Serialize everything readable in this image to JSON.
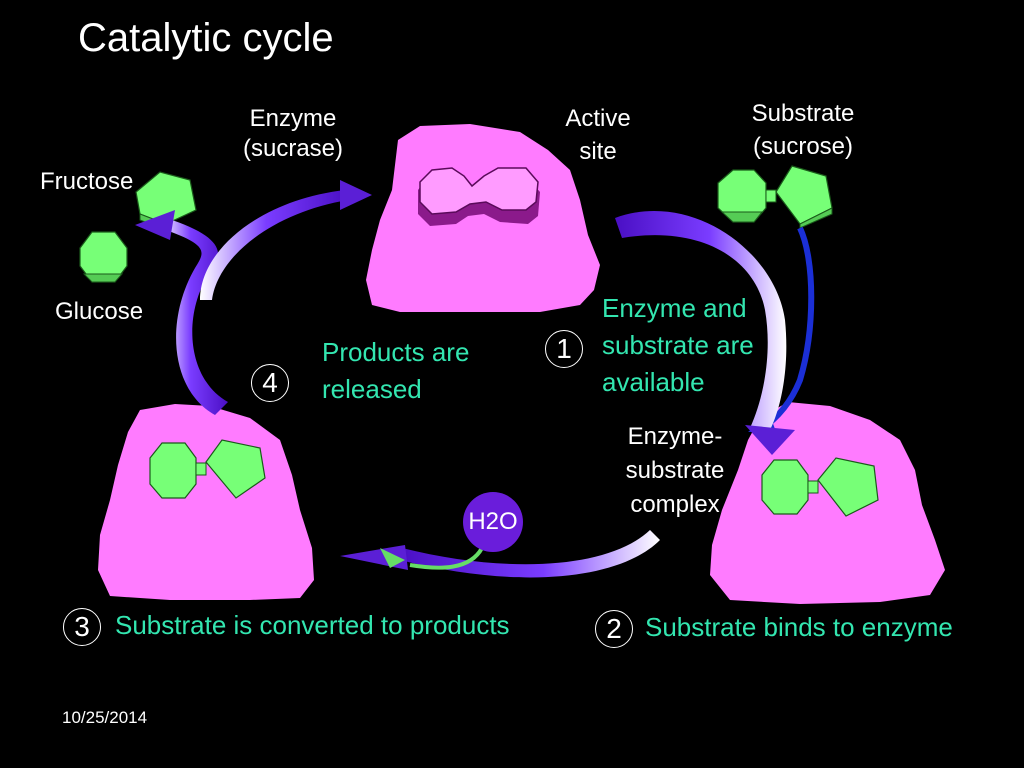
{
  "title": "Catalytic cycle",
  "date": "10/25/2014",
  "labels": {
    "enzyme": [
      "Enzyme",
      "(sucrase)"
    ],
    "active_site": [
      "Active",
      "site"
    ],
    "substrate": [
      "Substrate",
      "(sucrose)"
    ],
    "fructose": "Fructose",
    "glucose": "Glucose",
    "es_complex": [
      "Enzyme-",
      "substrate",
      "complex"
    ],
    "water": "H2O"
  },
  "steps": [
    {
      "number": "1",
      "text": [
        "Enzyme and",
        "substrate are",
        "available"
      ]
    },
    {
      "number": "2",
      "text": [
        "Substrate binds to enzyme"
      ]
    },
    {
      "number": "3",
      "text": [
        "Substrate is converted to products"
      ]
    },
    {
      "number": "4",
      "text": [
        "Products are",
        "released"
      ]
    }
  ],
  "colors": {
    "background": "#000000",
    "enzyme": "#ff7bff",
    "active_site": "#8b1a8b",
    "substrate": "#77ff77",
    "arrow": "#5b1fd6",
    "step_text": "#33e6b0",
    "water_bubble": "#6a1ddb"
  }
}
